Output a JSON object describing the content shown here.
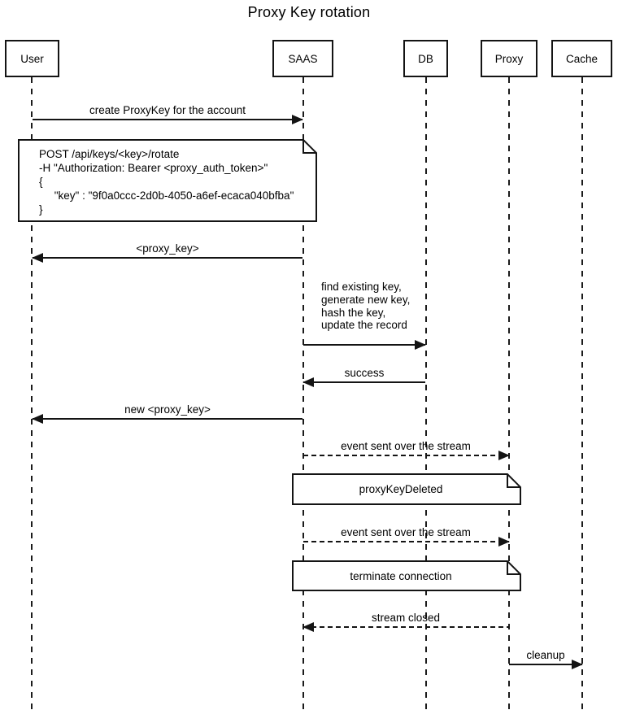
{
  "title": "Proxy Key rotation",
  "participants": [
    {
      "label": "User"
    },
    {
      "label": "SAAS"
    },
    {
      "label": "DB"
    },
    {
      "label": "Proxy"
    },
    {
      "label": "Cache"
    }
  ],
  "messages": [
    {
      "label": "create ProxyKey for the account",
      "from": "User",
      "to": "SAAS",
      "line": "solid"
    },
    {
      "label": "<proxy_key>",
      "from": "SAAS",
      "to": "User",
      "line": "solid"
    },
    {
      "label": "find existing key,\ngenerate new key,\nhash the key,\nupdate the record",
      "from": "SAAS",
      "to": "DB",
      "line": "solid"
    },
    {
      "label": "success",
      "from": "DB",
      "to": "SAAS",
      "line": "solid"
    },
    {
      "label": "new <proxy_key>",
      "from": "SAAS",
      "to": "User",
      "line": "solid"
    },
    {
      "label": "event sent over the stream",
      "from": "SAAS",
      "to": "Proxy",
      "line": "dashed"
    },
    {
      "label": "event sent over the stream",
      "from": "SAAS",
      "to": "Proxy",
      "line": "dashed"
    },
    {
      "label": "stream closed",
      "from": "Proxy",
      "to": "SAAS",
      "line": "dashed"
    },
    {
      "label": "cleanup",
      "from": "Proxy",
      "to": "Cache",
      "line": "solid"
    }
  ],
  "notes": [
    {
      "text": "POST /api/keys/<key>/rotate\n-H \"Authorization: Bearer <proxy_auth_token>\"\n{\n     \"key\" : \"9f0a0ccc-2d0b-4050-a6ef-ecaca040bfba\"\n}",
      "over": "User, SAAS"
    },
    {
      "text": "proxyKeyDeleted",
      "over": "SAAS, Proxy"
    },
    {
      "text": "terminate connection",
      "over": "SAAS, Proxy"
    }
  ],
  "colors": {
    "line": "#141414",
    "background": "#ffffff",
    "text": "#000000"
  }
}
